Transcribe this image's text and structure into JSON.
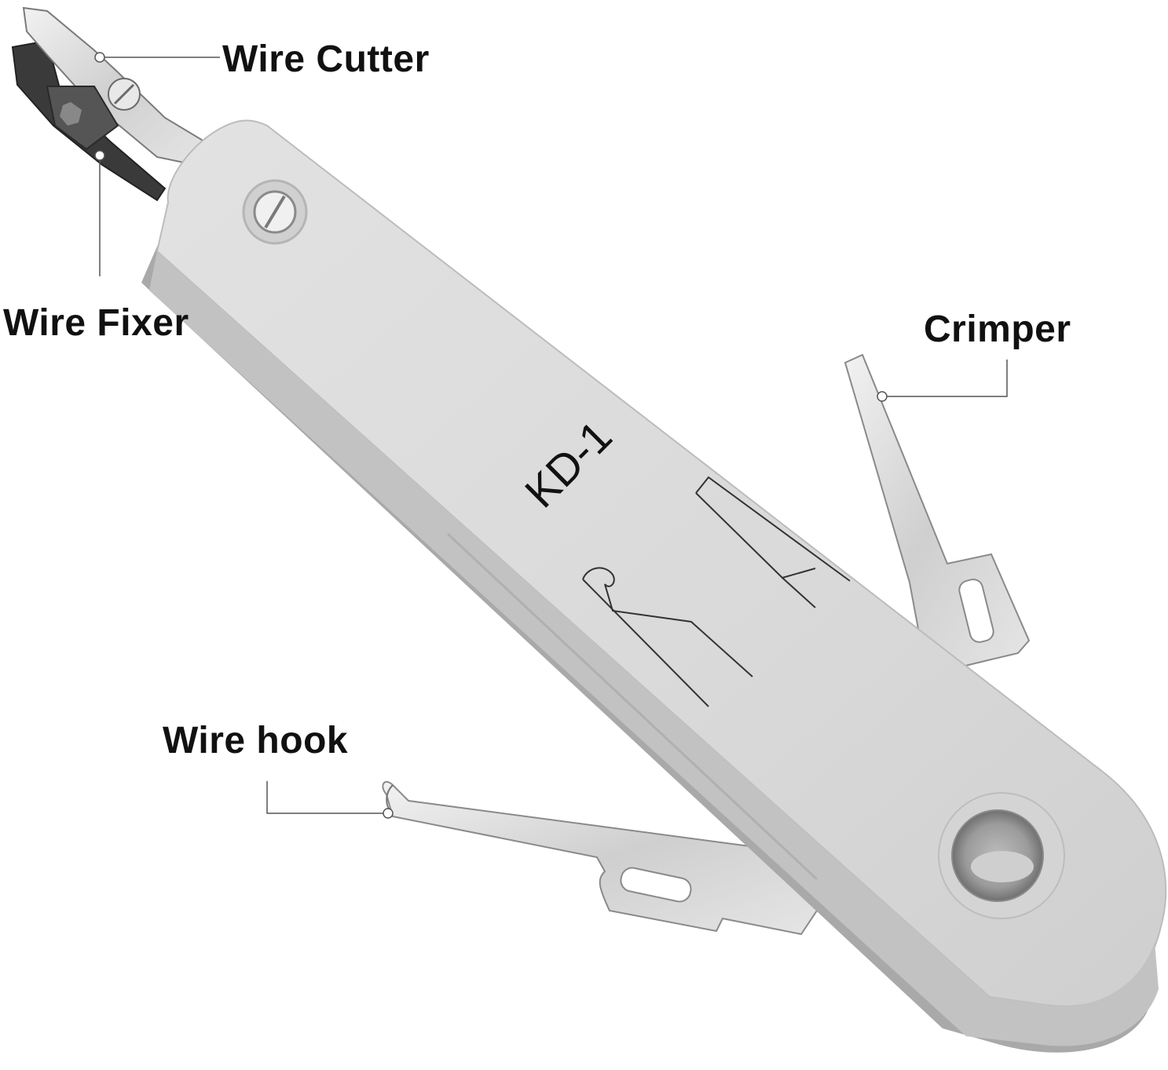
{
  "product": {
    "model_label": "KD-1",
    "body_color": "#dcdcdc",
    "body_edge_color": "#c6c6c6",
    "metal_color": "#d9d9d9",
    "dark_metal_color": "#2a2a2a"
  },
  "callouts": {
    "wire_cutter": {
      "label": "Wire Cutter"
    },
    "wire_fixer": {
      "label": "Wire Fixer"
    },
    "crimper": {
      "label": "Crimper"
    },
    "wire_hook": {
      "label": "Wire hook"
    }
  },
  "colors": {
    "label_text": "#111111",
    "leader_line": "#555555"
  },
  "icons": {
    "model_engraving": "kd-1-text",
    "blade_symbol_cutter": "blade-outline-icon",
    "blade_symbol_hook": "hook-outline-icon",
    "rivet_screw": "screw-icon",
    "hang_hole": "hanging-hole-icon"
  }
}
